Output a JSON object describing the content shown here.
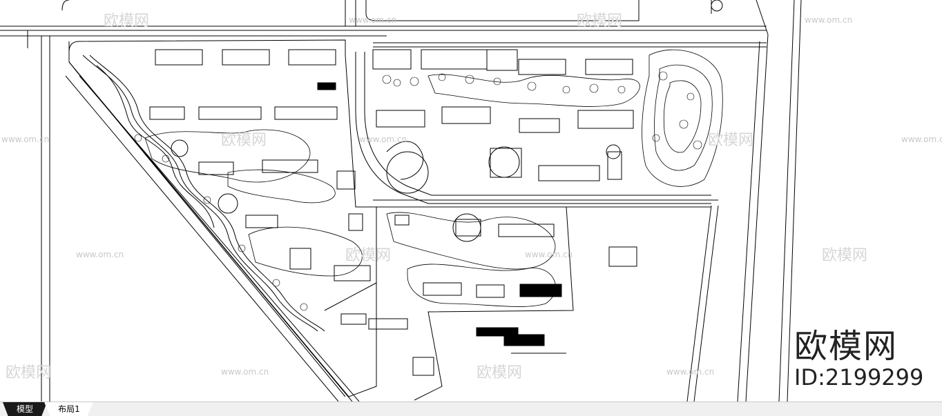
{
  "tabs": [
    {
      "label": "模型",
      "active": true
    },
    {
      "label": "布局1",
      "active": false
    }
  ],
  "watermark": {
    "brand": "欧模网",
    "id_text": "ID:2199299",
    "url": "www.om.cn",
    "logo_text": "欧模网"
  },
  "colors": {
    "drawing_line": "#000000",
    "background": "#ffffff",
    "watermark": "#d0d0d0"
  }
}
